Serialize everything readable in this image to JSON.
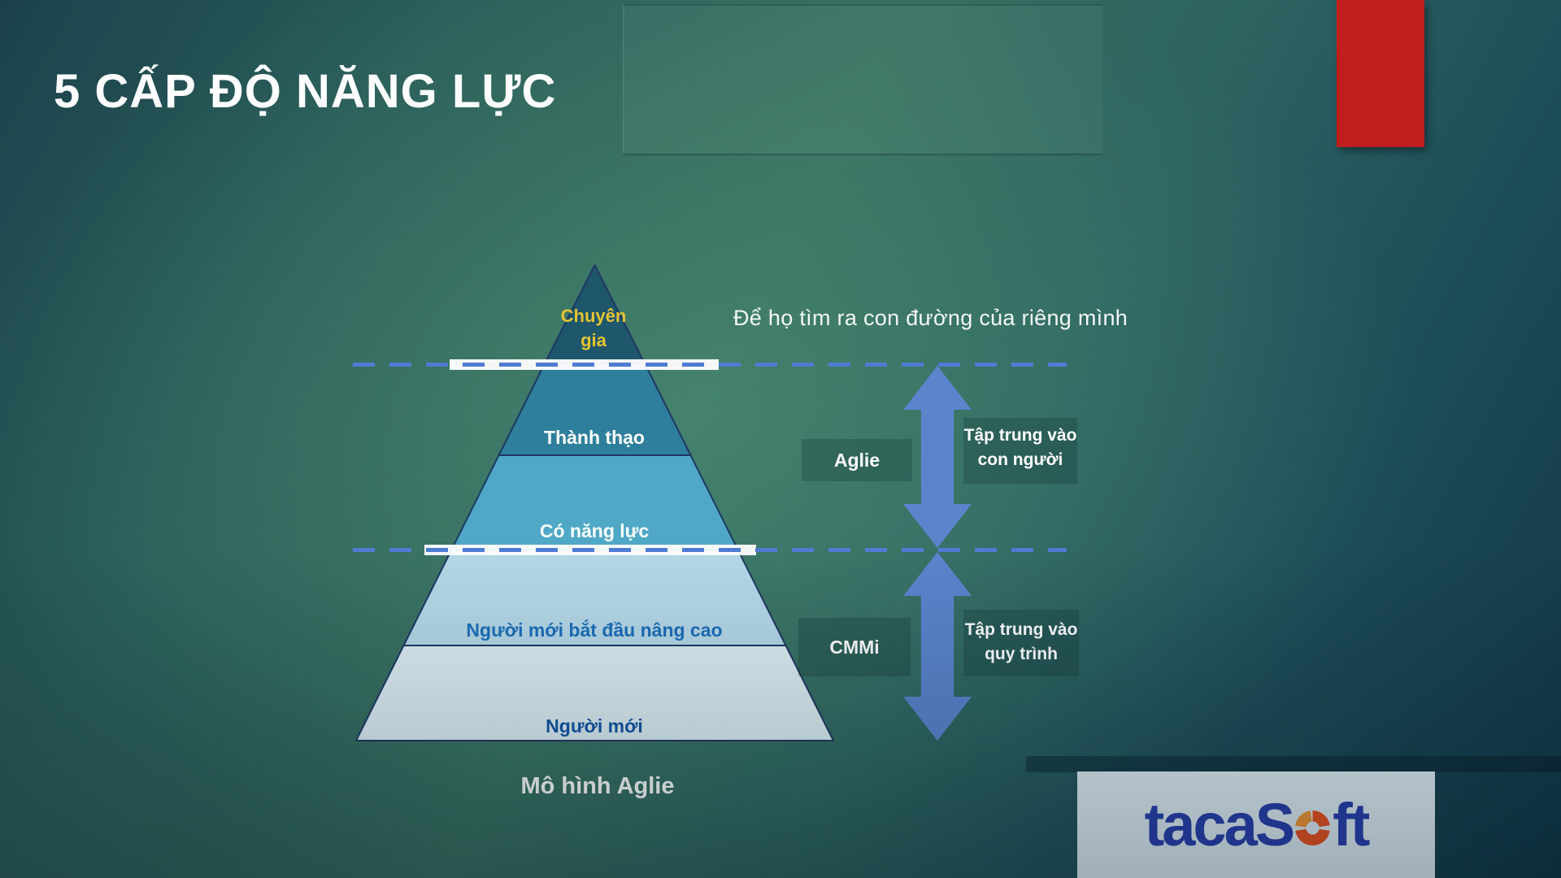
{
  "slide": {
    "title": "5 CẤP ĐỘ NĂNG LỰC",
    "annotation": "Để họ tìm ra con đường của riêng mình",
    "caption": "Mô hình Aglie"
  },
  "pyramid": {
    "levels": [
      {
        "label": "Chuyên gia",
        "line1": "Chuyên",
        "line2": "gia",
        "color": "#1e566b",
        "text_color": "#e5c431"
      },
      {
        "label": "Thành thạo",
        "color": "#2e7f9b",
        "text_color": "#ffffff"
      },
      {
        "label": "Có năng lực",
        "color": "#4fa9c6",
        "text_color": "#ffffff"
      },
      {
        "label": "Người mới bắt đầu nâng cao",
        "color": "#b5d8e8",
        "text_color": "#1b6fbb"
      },
      {
        "label": "Người mới",
        "color": "#ddeef5",
        "text_color": "#1356a5"
      }
    ]
  },
  "annotations": {
    "agile": "Aglie",
    "cmmi": "CMMi",
    "people_focus": {
      "line1": "Tập trung vào",
      "line2": "con người"
    },
    "process_focus": {
      "line1": "Tập trung vào",
      "line2": "quy trình"
    }
  },
  "logo": {
    "part1": "tacaS",
    "part2": "ft"
  },
  "theme": {
    "dash_color": "#4e7cd4",
    "arrow_color": "#5b84cd",
    "red_bar": "#c01d1d",
    "pyramid_stroke": "#1f3864",
    "expert_text": "#e5c431",
    "level4_text": "#1b6fbb",
    "level5_text": "#1356a5",
    "logo_text": "#2840ae",
    "logo_bg": "#deecf4",
    "donut_main": "#e8511f",
    "donut_accent": "#ef9434"
  }
}
